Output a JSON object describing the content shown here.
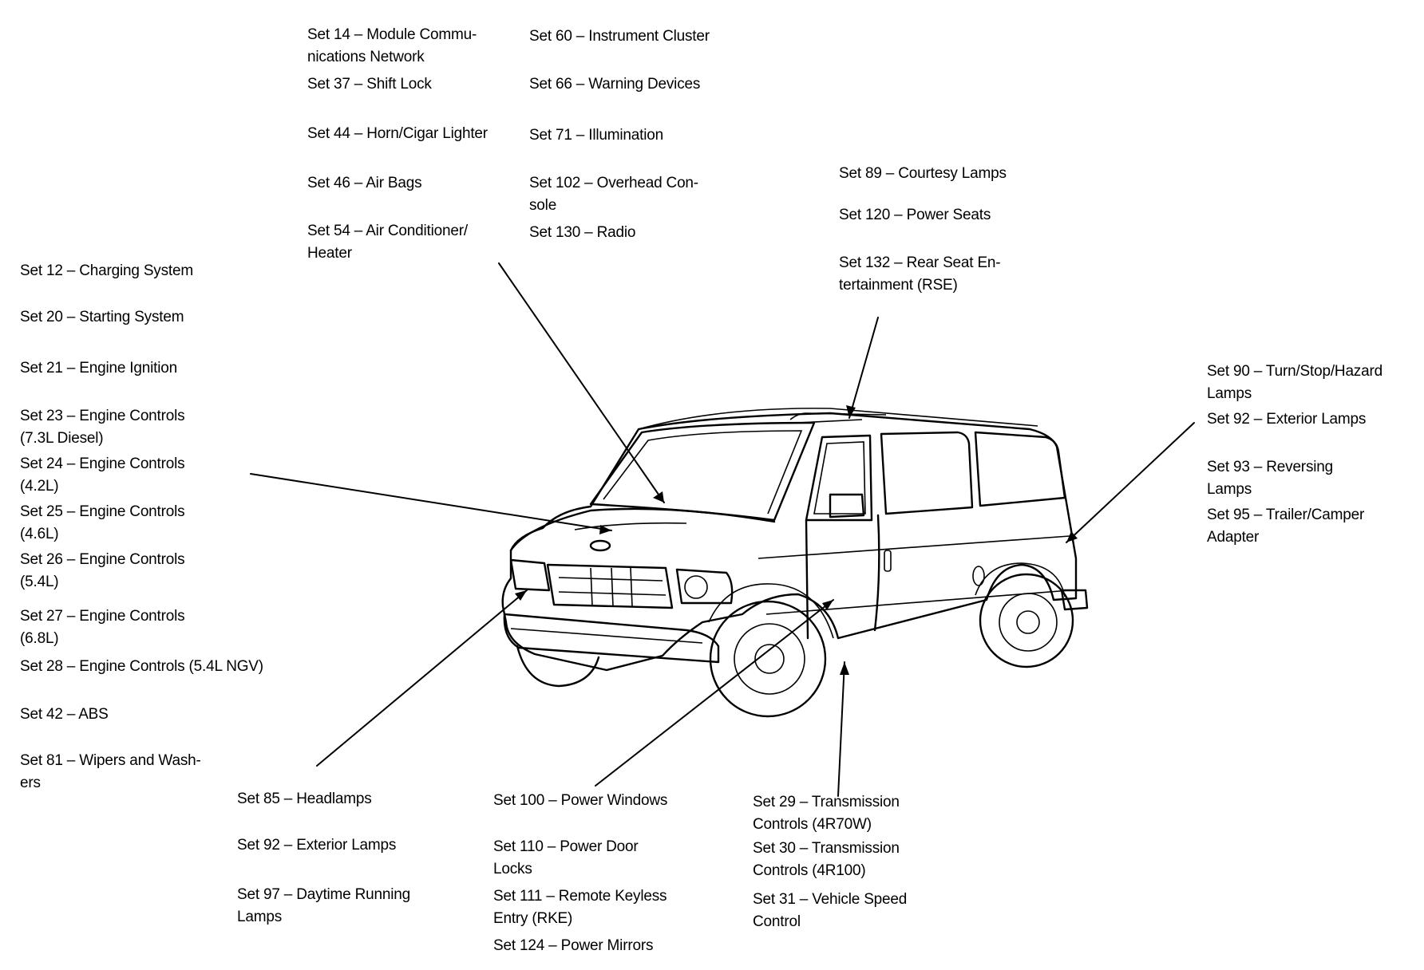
{
  "groups": {
    "top_left": [
      [
        "Set 14 – Module Commu-",
        "nications Network"
      ],
      [
        "Set 37 – Shift Lock"
      ],
      [
        "Set 44 – Horn/Cigar Lighter"
      ],
      [
        "Set 46 – Air Bags"
      ],
      [
        "Set 54 – Air Conditioner/",
        "Heater"
      ]
    ],
    "top_middle": [
      [
        "Set 60 – Instrument Cluster"
      ],
      [
        "Set 66 – Warning Devices"
      ],
      [
        "Set 71 – Illumination"
      ],
      [
        "Set 102 – Overhead Con-",
        "sole"
      ],
      [
        "Set 130 – Radio"
      ]
    ],
    "top_right": [
      [
        "Set 89 – Courtesy Lamps"
      ],
      [
        "Set 120 – Power Seats"
      ],
      [
        "Set 132 – Rear Seat En-",
        "tertainment (RSE)"
      ]
    ],
    "left": [
      [
        "Set 12 – Charging System"
      ],
      [
        "Set 20 – Starting System"
      ],
      [
        "Set 21 – Engine Ignition"
      ],
      [
        "Set 23 – Engine Controls",
        "(7.3L Diesel)"
      ],
      [
        "Set 24 – Engine Controls",
        "(4.2L)"
      ],
      [
        "Set 25 – Engine Controls",
        "(4.6L)"
      ],
      [
        "Set 26 – Engine Controls",
        "(5.4L)"
      ],
      [
        "Set 27 – Engine Controls",
        "(6.8L)"
      ],
      [
        "Set 28 – Engine Controls (5.4L NGV)"
      ],
      [
        "Set 42 – ABS"
      ],
      [
        "Set 81 – Wipers and Wash-",
        "ers"
      ]
    ],
    "right": [
      [
        "Set 90 – Turn/Stop/Hazard",
        "Lamps"
      ],
      [
        "Set 92 – Exterior Lamps"
      ],
      [
        "Set 93 – Reversing",
        "Lamps"
      ],
      [
        "Set 95 – Trailer/Camper",
        "Adapter"
      ]
    ],
    "bottom_left": [
      [
        "Set 85 – Headlamps"
      ],
      [
        "Set 92 – Exterior Lamps"
      ],
      [
        "Set 97 – Daytime Running",
        "Lamps"
      ]
    ],
    "bottom_middle": [
      [
        "Set 100 – Power Windows"
      ],
      [
        "Set 110 – Power Door",
        "Locks"
      ],
      [
        "Set 111 – Remote Keyless",
        "Entry (RKE)"
      ],
      [
        "Set 124 – Power Mirrors"
      ]
    ],
    "bottom_right": [
      [
        "Set 29 – Transmission",
        "Controls (4R70W)"
      ],
      [
        "Set 30 – Transmission",
        "Controls (4R100)"
      ],
      [
        "Set 31 – Vehicle Speed",
        "Control"
      ]
    ]
  }
}
